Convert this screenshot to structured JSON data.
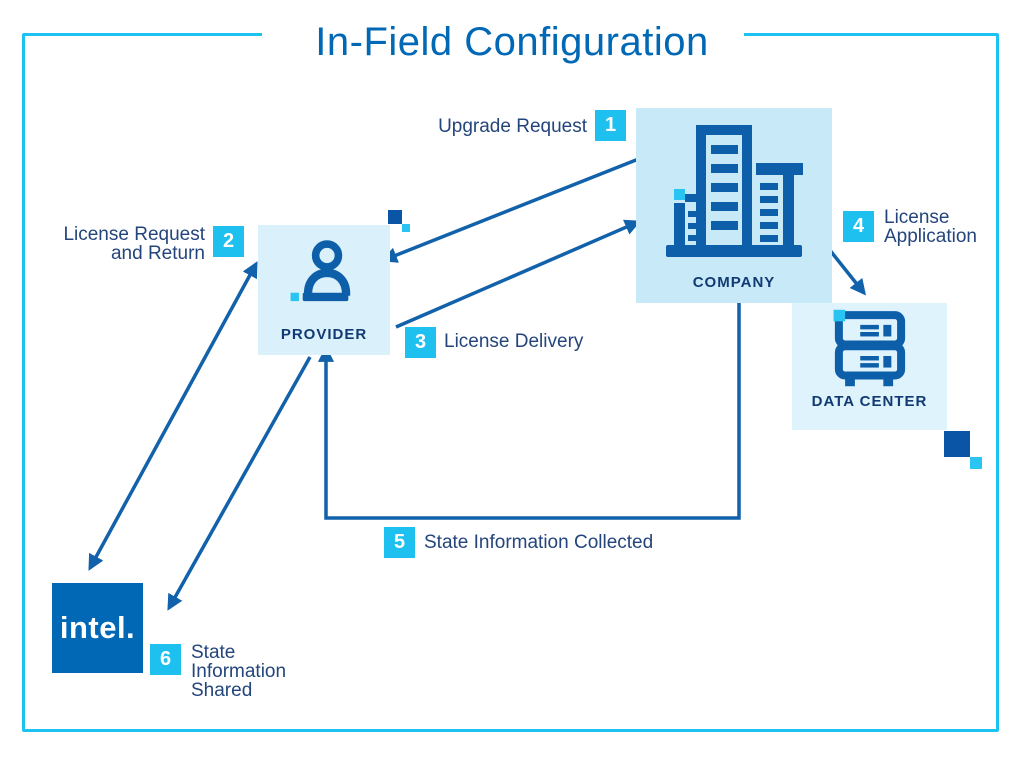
{
  "title": "In-Field Configuration",
  "entities": {
    "company": {
      "label": "COMPANY"
    },
    "provider": {
      "label": "PROVIDER"
    },
    "datacenter": {
      "label": "DATA CENTER"
    },
    "intel": {
      "label": "intel."
    }
  },
  "steps": [
    {
      "num": "1",
      "label": "Upgrade Request"
    },
    {
      "num": "2",
      "label": "License Request and Return"
    },
    {
      "num": "3",
      "label": "License Delivery"
    },
    {
      "num": "4",
      "label": "License Application"
    },
    {
      "num": "5",
      "label": "State Information Collected"
    },
    {
      "num": "6",
      "label": "State Information Shared"
    }
  ],
  "colors": {
    "frame_cyan": "#1cc3f2",
    "badge_cyan": "#1ec0ef",
    "accent_cyan": "#29c4f1",
    "title_blue": "#0068b5",
    "icon_arrow_blue": "#1161ab",
    "step_text_navy": "#24457c",
    "entity_label_navy": "#113a73",
    "company_box_bg": "#c8e9f8",
    "provider_box_bg": "#daf1fb",
    "datacenter_box_bg": "#def3fc",
    "intel_logo_bg": "#0068b5",
    "decor_dark_blue": "#0a55a5"
  }
}
